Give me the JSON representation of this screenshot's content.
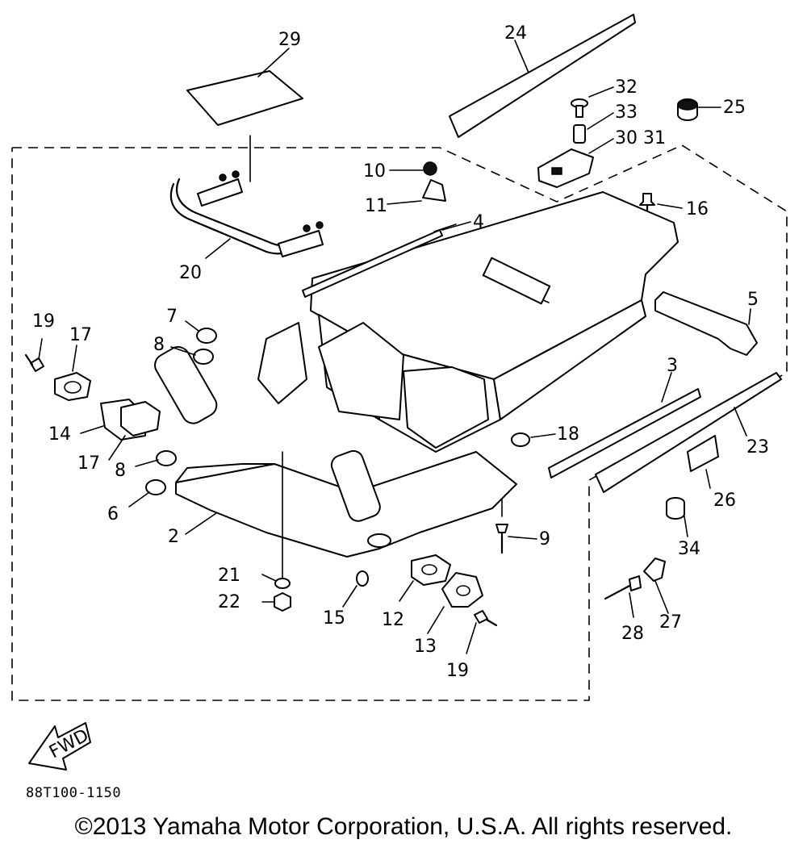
{
  "diagram": {
    "code": "88T100-1150",
    "copyright": "©2013 Yamaha Motor Corporation, U.S.A. All rights reserved.",
    "fwd_label": "FWD",
    "callouts": {
      "n29": "29",
      "n24": "24",
      "n32": "32",
      "n33": "33",
      "n30_31": "30 31",
      "n25": "25",
      "n10": "10",
      "n11": "11",
      "n16": "16",
      "n4": "4",
      "n20": "20",
      "n5": "5",
      "n19a": "19",
      "n17a": "17",
      "n7": "7",
      "n8a": "8",
      "n3": "3",
      "n23": "23",
      "n14": "14",
      "n17b": "17",
      "n18": "18",
      "n8b": "8",
      "n26": "26",
      "n6": "6",
      "n2": "2",
      "n9": "9",
      "n34": "34",
      "n21": "21",
      "n22": "22",
      "n15": "15",
      "n12": "12",
      "n13": "13",
      "n19b": "19",
      "n28": "28",
      "n27": "27"
    }
  }
}
